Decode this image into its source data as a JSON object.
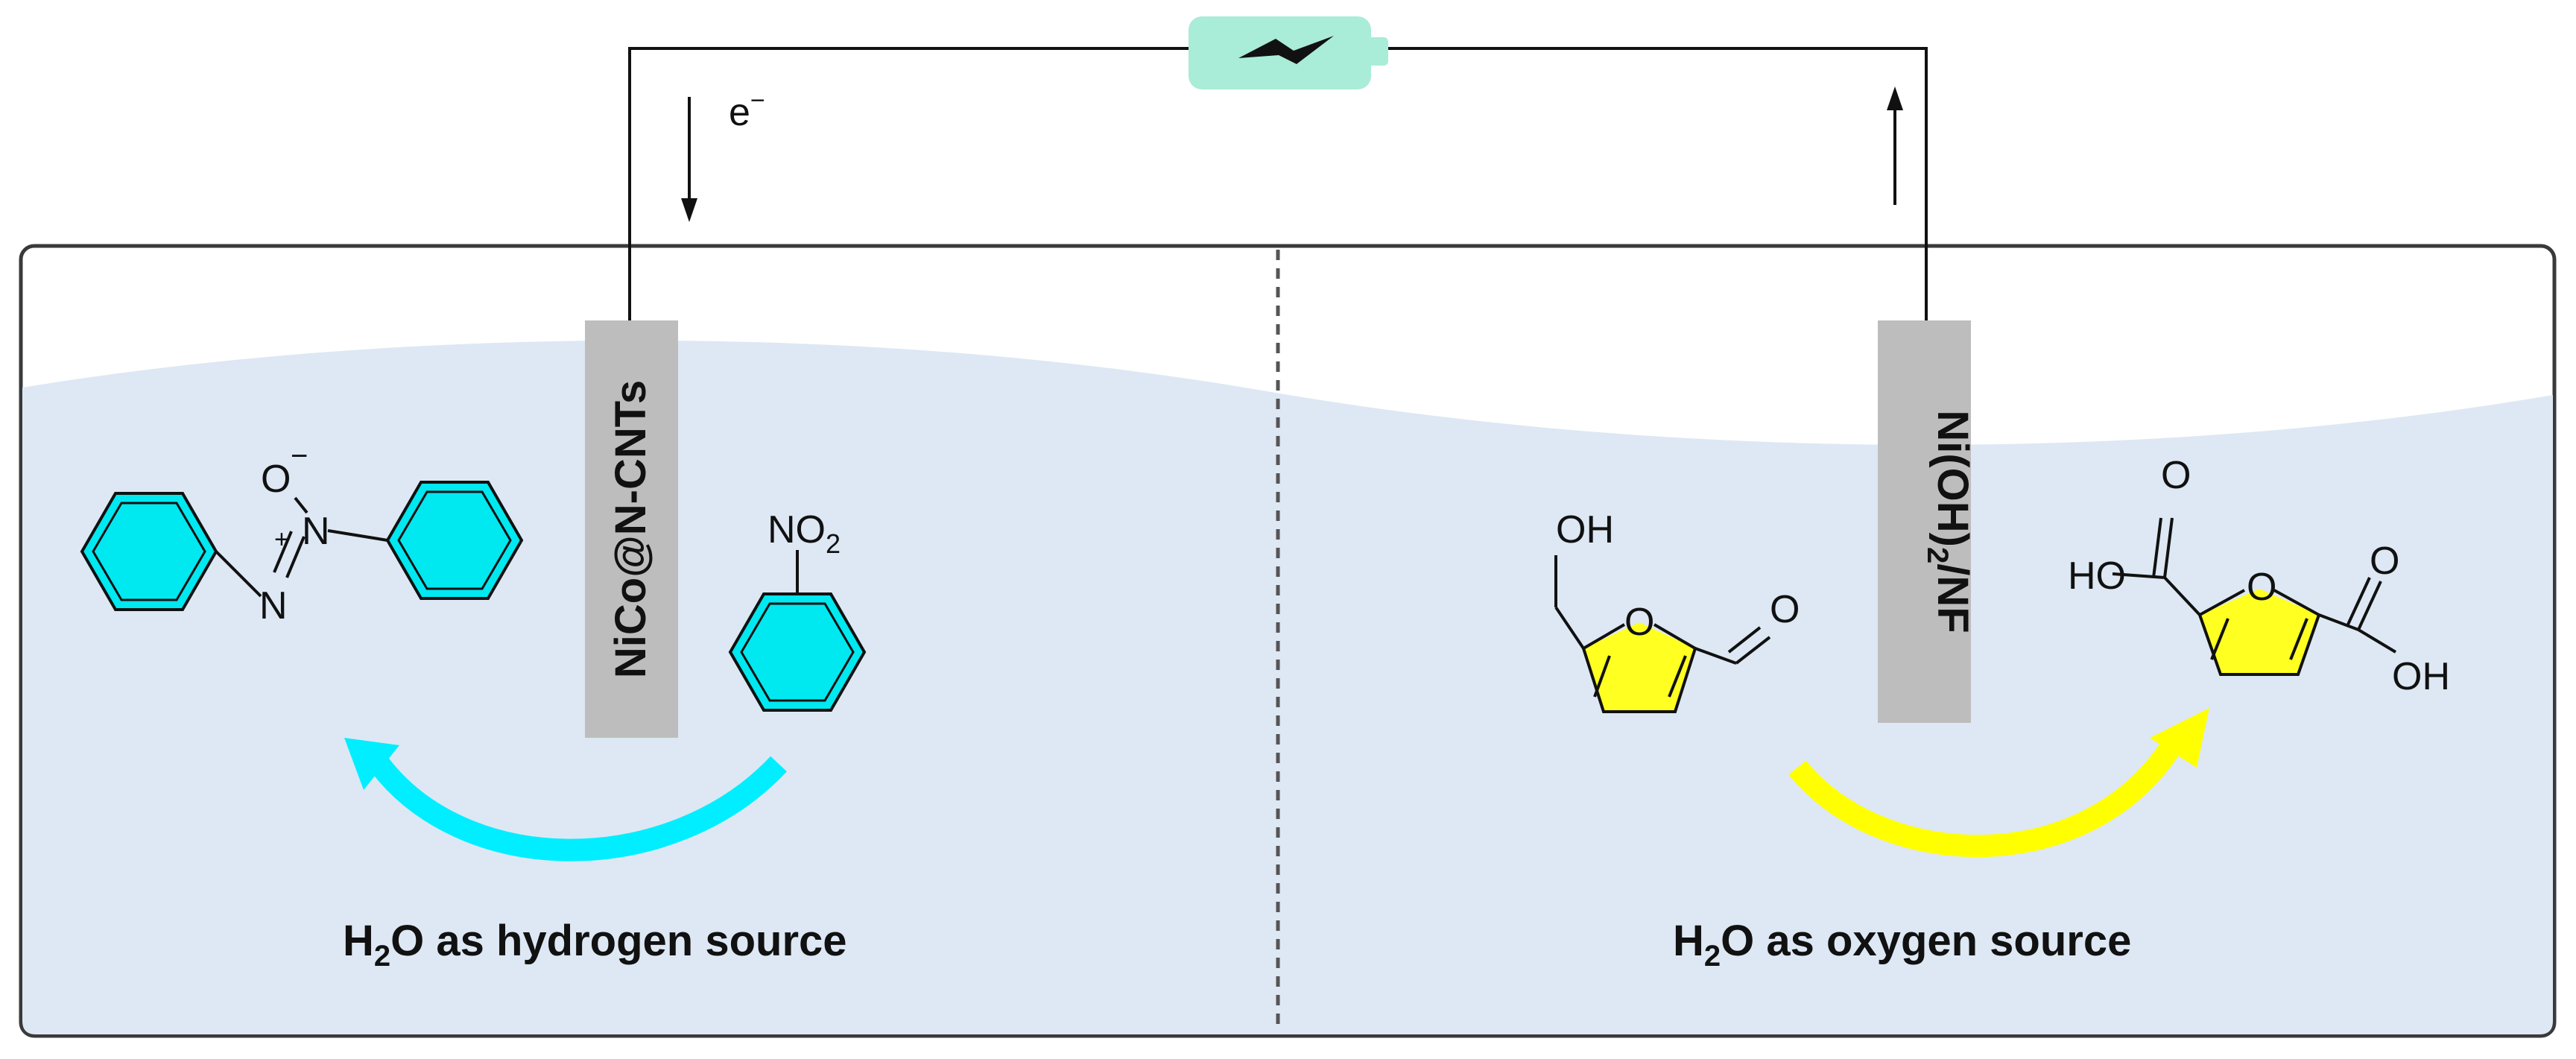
{
  "colors": {
    "electrolyte": "#dde8f4",
    "tank_border": "#3a3a3a",
    "electrode": "#bdbdbd",
    "battery": "#a9ecd7",
    "cathode_ring": "#00e8f0",
    "anode_ring": "#ffff22",
    "cathode_arrow": "#00eeff",
    "anode_arrow": "#ffff00"
  },
  "circuit": {
    "electron_label": "e",
    "electron_charge": "−"
  },
  "cathode": {
    "electrode_label": "NiCo@N-CNTs",
    "reactant": {
      "group_text": "NO",
      "group_sub": "2"
    },
    "product": {
      "o_label": "O",
      "o_charge": "−",
      "n_top": "N",
      "n_charge": "+",
      "n_bottom": "N"
    },
    "caption": {
      "pre": "H",
      "sub": "2",
      "post": "O as hydrogen source"
    }
  },
  "anode": {
    "electrode_label": {
      "pre": "Ni(OH)",
      "sub": "2",
      "post": "/NF"
    },
    "reactant": {
      "oh": "OH",
      "ring_o": "O",
      "ald_o": "O"
    },
    "product": {
      "ho": "HO",
      "o_left": "O",
      "ring_o": "O",
      "o_right": "O",
      "oh": "OH"
    },
    "caption": {
      "pre": "H",
      "sub": "2",
      "post": "O as oxygen source"
    }
  }
}
